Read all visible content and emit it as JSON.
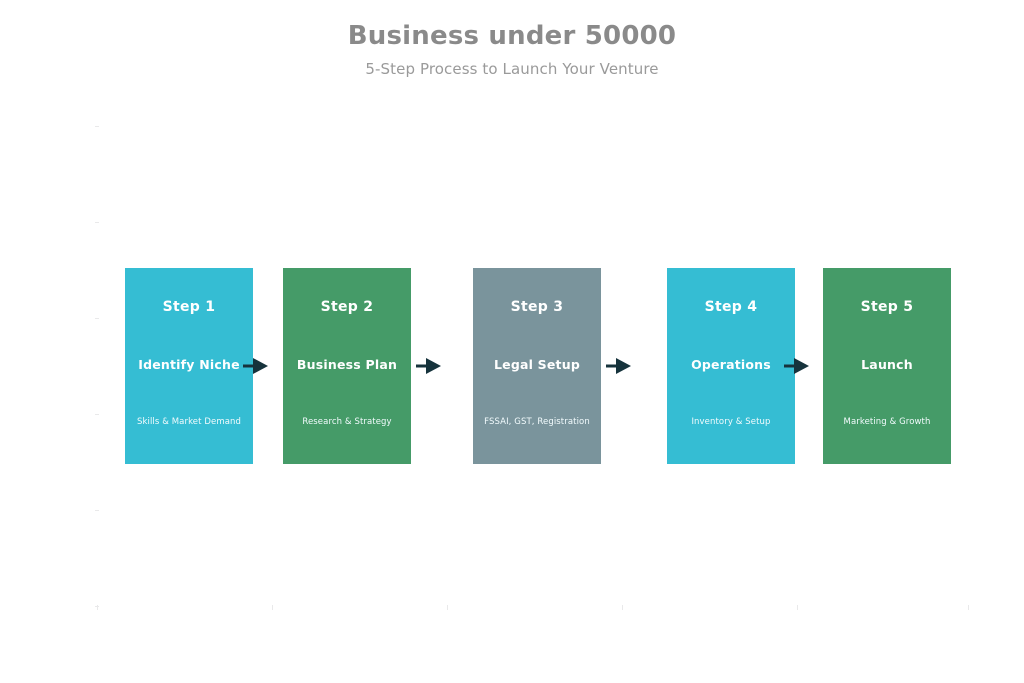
{
  "header": {
    "title": "Business under 50000",
    "subtitle": "5-Step Process to Launch Your Venture"
  },
  "colors": {
    "cyan": "#35bdd3",
    "green": "#459b68",
    "slate": "#7a949c",
    "arrow": "#16333c",
    "title_text": "#8a8a8a",
    "subtitle_text": "#9a9a9a",
    "box_text": "#ffffff",
    "background": "#ffffff"
  },
  "chart_data": {
    "type": "diagram",
    "title": "Business under 50000",
    "subtitle": "5-Step Process to Launch Your Venture",
    "layout": "horizontal-process-flow",
    "xlabel": "",
    "ylabel": "",
    "grid": false,
    "legend": "none",
    "steps": [
      {
        "number": "Step 1",
        "title": "Identify Niche",
        "caption": "Skills & Market Demand",
        "color": "#35bdd3"
      },
      {
        "number": "Step 2",
        "title": "Business Plan",
        "caption": "Research & Strategy",
        "color": "#459b68"
      },
      {
        "number": "Step 3",
        "title": "Legal Setup",
        "caption": "FSSAI, GST, Registration",
        "color": "#7a949c"
      },
      {
        "number": "Step 4",
        "title": "Operations",
        "caption": "Inventory & Setup",
        "color": "#35bdd3"
      },
      {
        "number": "Step 5",
        "title": "Launch",
        "caption": "Marketing & Growth",
        "color": "#459b68"
      }
    ],
    "connectors": [
      {
        "from": "Step 1",
        "to": "Step 2",
        "icon": "arrow-right-icon"
      },
      {
        "from": "Step 2",
        "to": "Step 3",
        "icon": "arrow-right-icon"
      },
      {
        "from": "Step 3",
        "to": "Step 4",
        "icon": "arrow-right-icon"
      },
      {
        "from": "Step 4",
        "to": "Step 5",
        "icon": "arrow-right-icon"
      }
    ]
  }
}
